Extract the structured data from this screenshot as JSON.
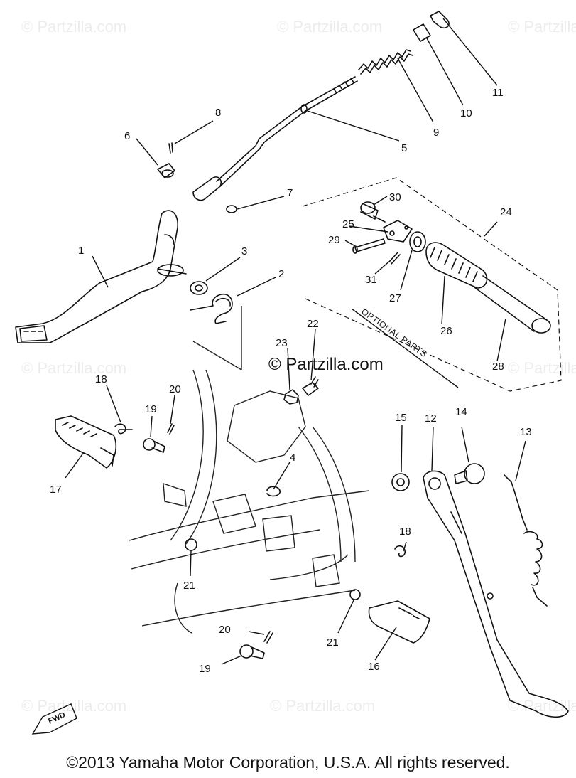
{
  "watermark": "© Partzilla.com",
  "optional_parts_label": "OPTIONAL PARTS",
  "fwd_label": "FWD",
  "footer": "©2013 Yamaha Motor Corporation, U.S.A. All rights reserved.",
  "callouts": [
    "1",
    "2",
    "3",
    "4",
    "5",
    "6",
    "7",
    "8",
    "9",
    "10",
    "11",
    "12",
    "13",
    "14",
    "15",
    "16",
    "17",
    "18",
    "19",
    "20",
    "21",
    "22",
    "23",
    "24",
    "25",
    "26",
    "27",
    "28",
    "29",
    "30",
    "31"
  ]
}
